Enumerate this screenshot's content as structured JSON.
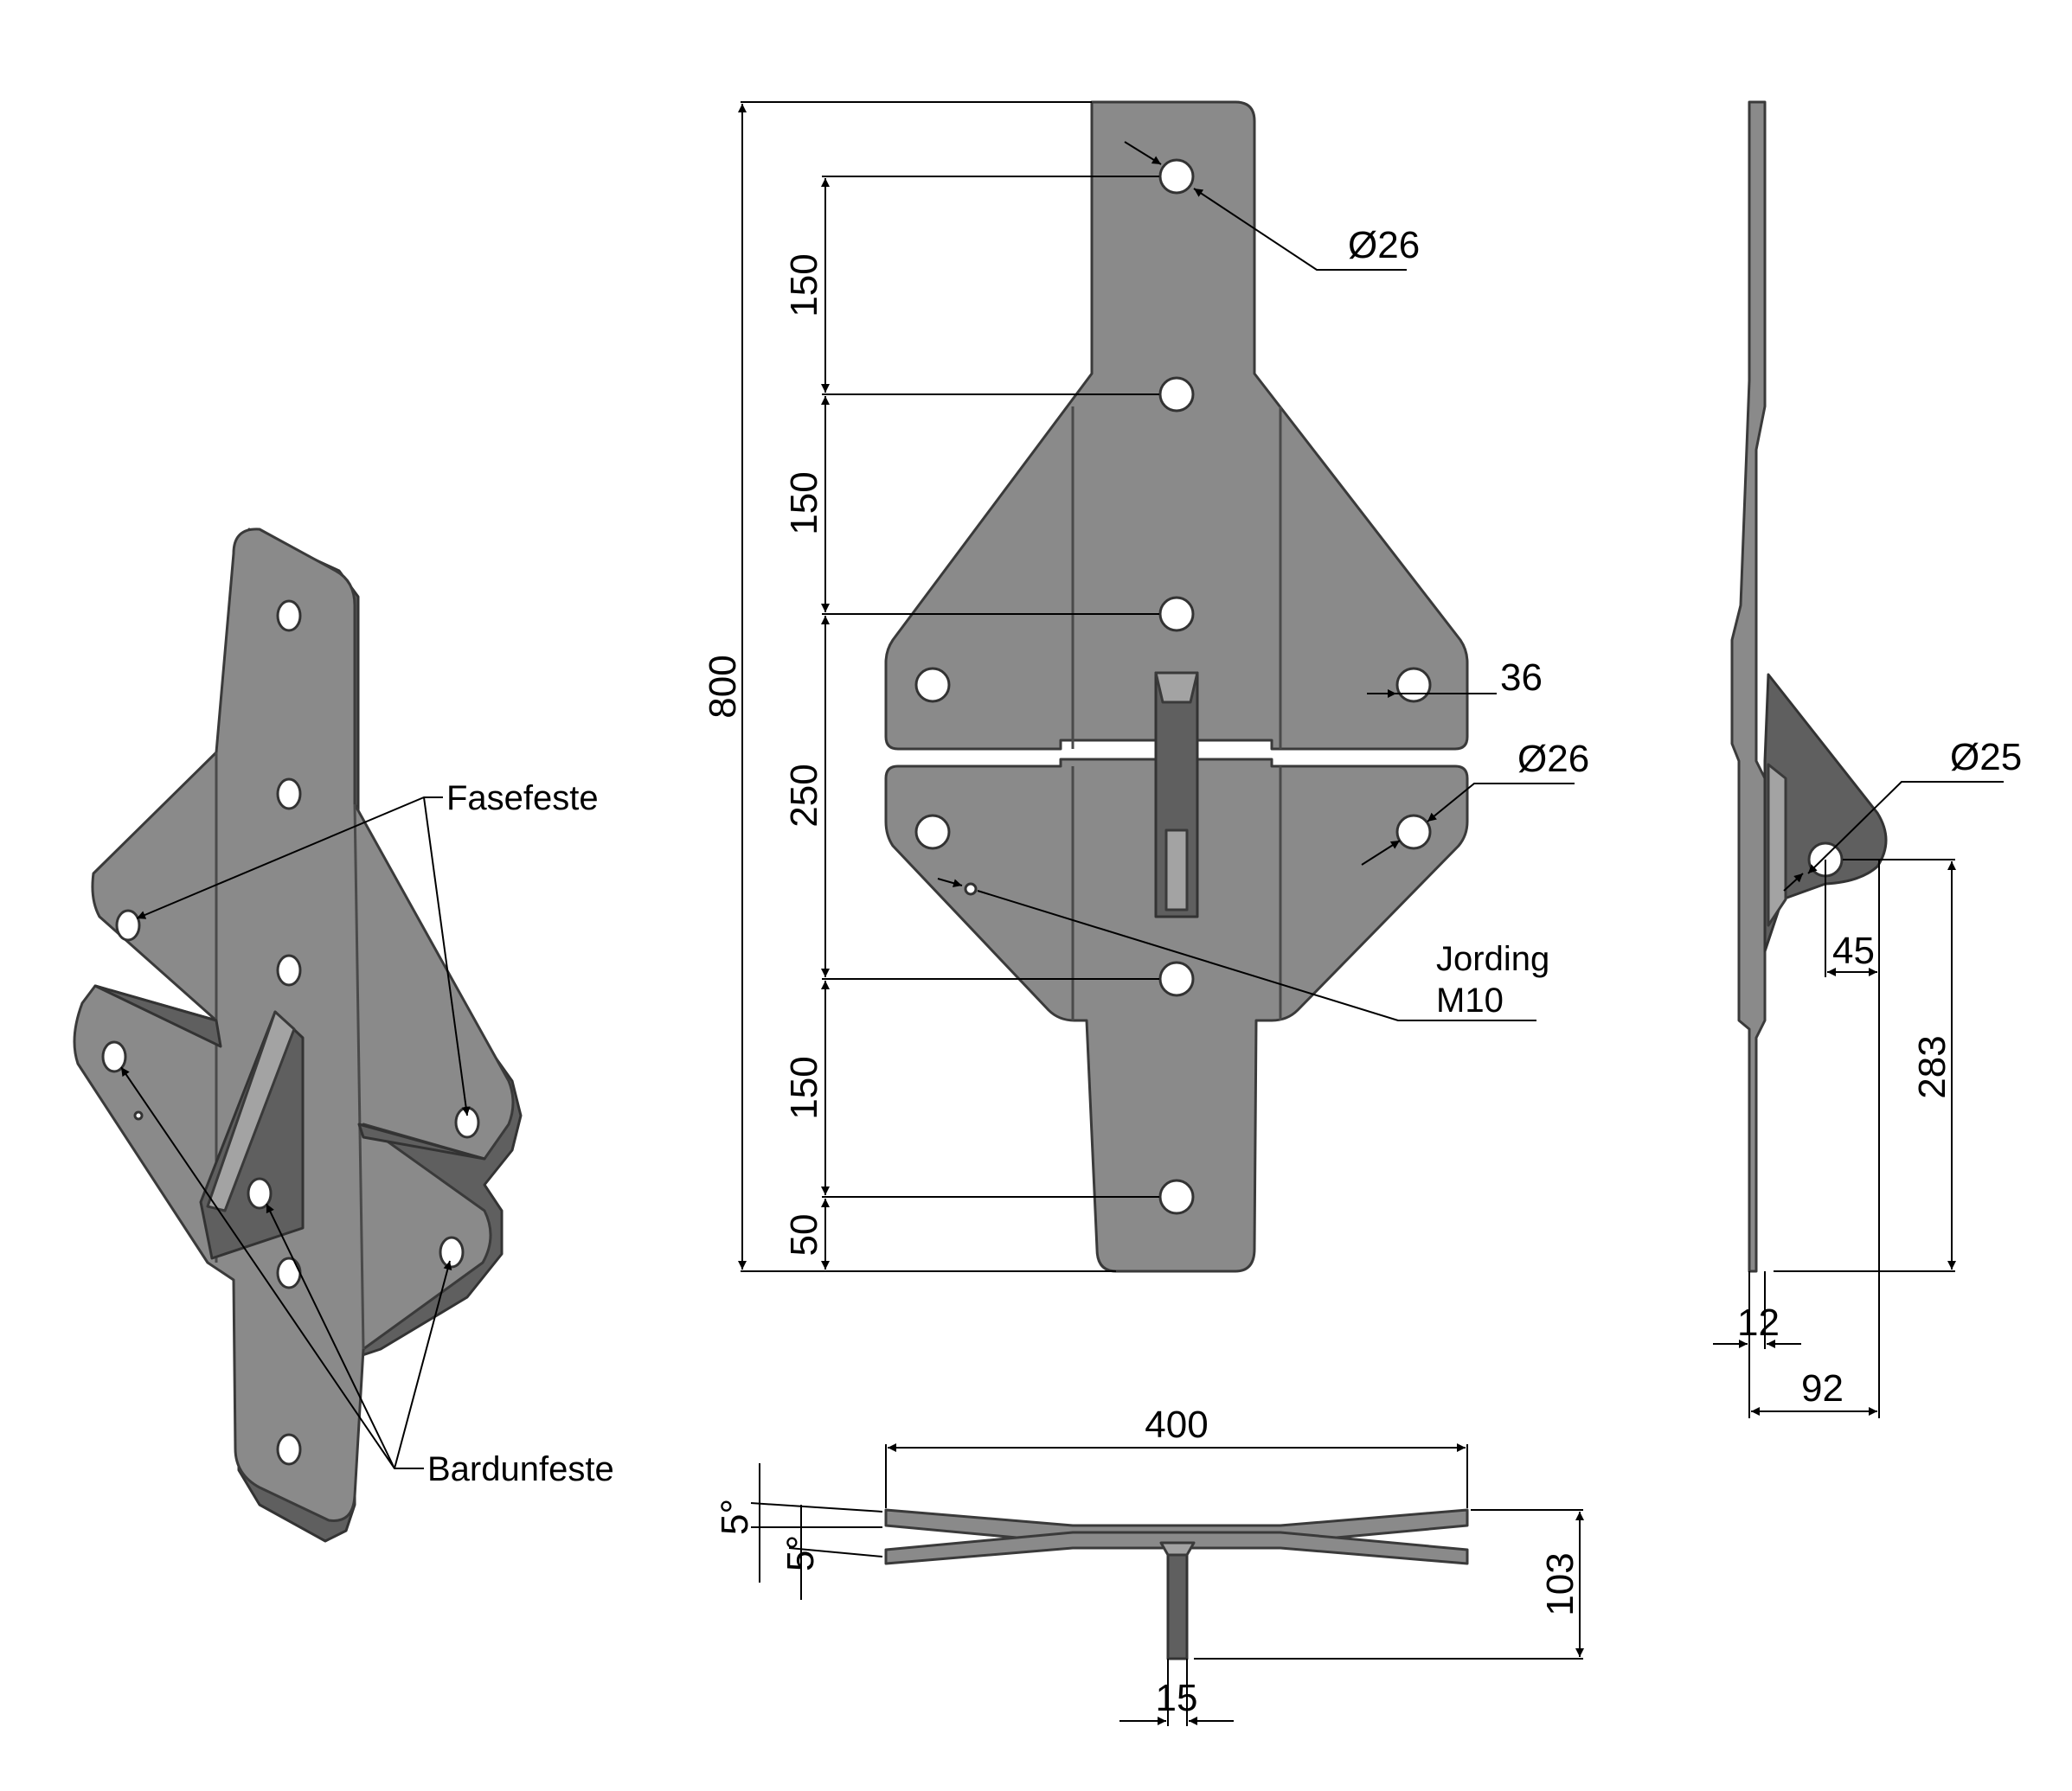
{
  "labels": {
    "fasefeste": "Fasefeste",
    "bardunfeste": "Bardunfeste",
    "jording_line1": "Jording",
    "jording_line2": "M10"
  },
  "front_view": {
    "overall_height": "800",
    "pitch_1": "150",
    "pitch_2": "150",
    "pitch_3": "250",
    "pitch_4": "150",
    "pitch_5": "50",
    "hole_diameter_top": "Ø26",
    "hole_diameter_side": "Ø26",
    "edge_distance": "36"
  },
  "side_view": {
    "hole_diameter": "Ø25",
    "hole_offset": "45",
    "hole_height": "283",
    "thickness": "12",
    "depth": "92"
  },
  "bottom_view": {
    "width": "400",
    "angle_upper": "5°",
    "angle_lower": "5°",
    "height": "103",
    "web_thickness": "15"
  },
  "colors": {
    "steel": "#8a8a8a",
    "steel_dark": "#5f5f5f",
    "steel_light": "#a3a3a3",
    "line": "#000000",
    "background": "#ffffff"
  }
}
